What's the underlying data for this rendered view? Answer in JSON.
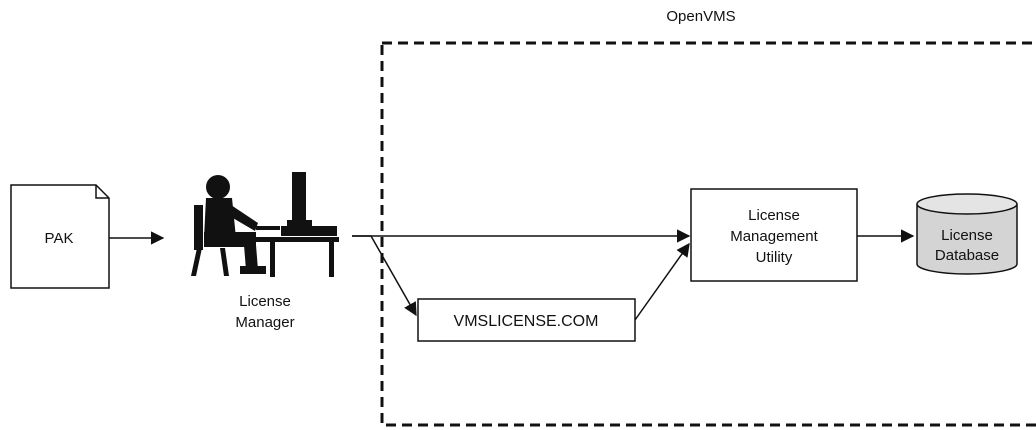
{
  "container": {
    "label": "OpenVMS"
  },
  "nodes": {
    "pak": {
      "label": "PAK"
    },
    "license_manager": {
      "line1": "License",
      "line2": "Manager"
    },
    "vmslicense": {
      "label": "VMSLICENSE.COM"
    },
    "lmu": {
      "line1": "License",
      "line2": "Management",
      "line3": "Utility"
    },
    "database": {
      "line1": "License",
      "line2": "Database"
    }
  },
  "colors": {
    "stroke": "#111111",
    "background": "#ffffff"
  }
}
